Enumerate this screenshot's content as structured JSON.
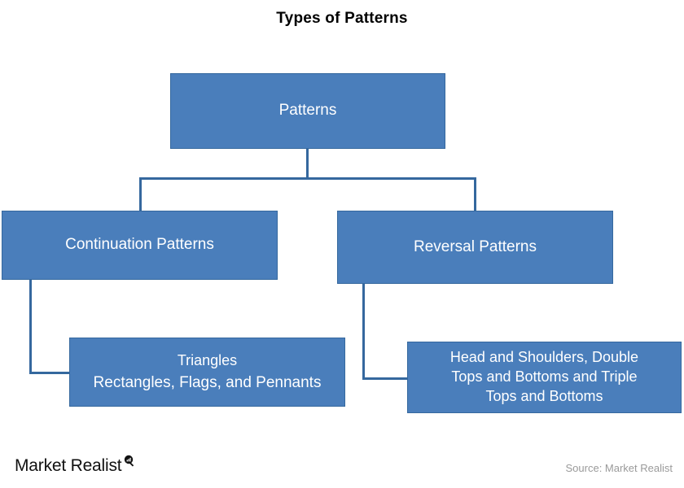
{
  "title": "Types of Patterns",
  "colors": {
    "node_fill": "#4A7EBB",
    "node_border": "#35689E",
    "connector": "#35689E",
    "node_text": "#FFFFFF",
    "title_text": "#000000",
    "source_text": "#9A9A9A",
    "background": "#FFFFFF"
  },
  "diagram": {
    "type": "hierarchy-tree",
    "nodes": {
      "root": {
        "label": "Patterns"
      },
      "continuation": {
        "label": "Continuation Patterns"
      },
      "reversal": {
        "label": "Reversal Patterns"
      },
      "continuation_detail": {
        "line_1": "Triangles",
        "line_2": "Rectangles, Flags, and Pennants"
      },
      "reversal_detail": {
        "line_1": "Head and Shoulders, Double",
        "line_2": "Tops and Bottoms and Triple",
        "line_3": "Tops and Bottoms"
      }
    }
  },
  "footer": {
    "logo_text": "Market Realist",
    "logo_icon": "magnifier-bar-chart-icon",
    "source": "Source: Market Realist"
  }
}
